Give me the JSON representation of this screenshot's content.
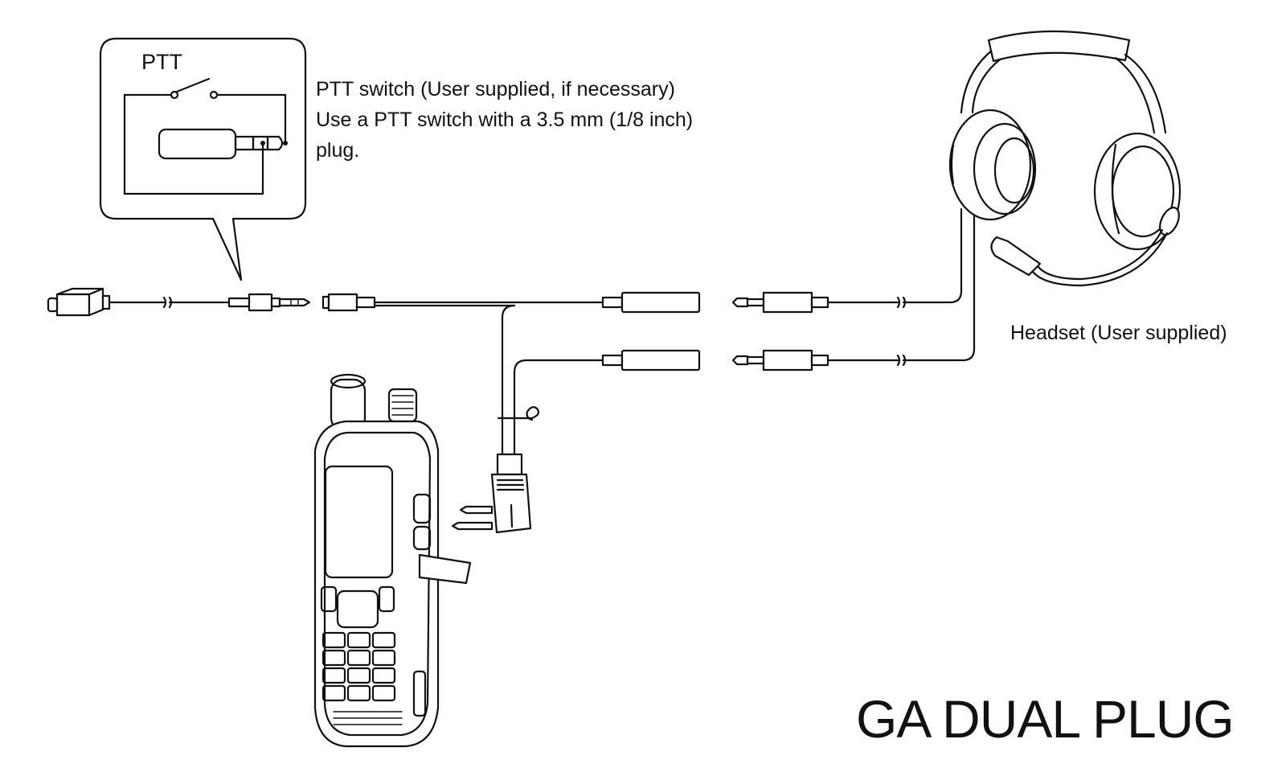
{
  "labels": {
    "ptt": "PTT",
    "ptt_note": [
      "PTT switch (User supplied, if necessary)",
      "Use a PTT switch with a 3.5 mm (1/8 inch)",
      "plug."
    ],
    "headset": "Headset (User supplied)",
    "title": "GA DUAL PLUG"
  },
  "colors": {
    "line": "#111111",
    "background": "#ffffff"
  }
}
